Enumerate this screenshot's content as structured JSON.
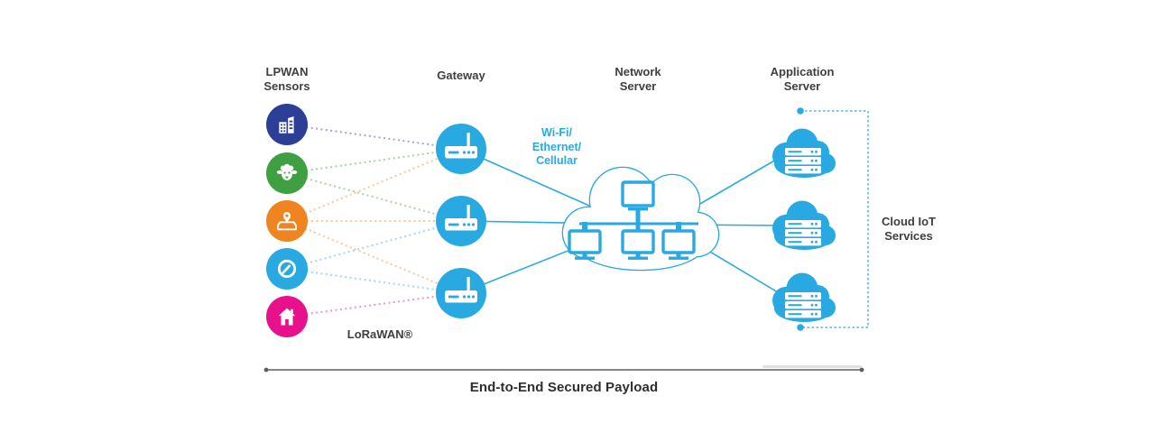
{
  "palette": {
    "accent": "#29a9e1",
    "dark_text": "#3f3f3f",
    "measure_line": "#5f5f5f",
    "sensor_dark_blue": "#2d3e97",
    "sensor_green": "#3fa041",
    "sensor_orange": "#f08421",
    "sensor_light_blue": "#29a9e1",
    "sensor_pink": "#e8118c"
  },
  "labels": {
    "sensors": "LPWAN\nSensors",
    "gateway": "Gateway",
    "network_server": "Network\nServer",
    "application_server": "Application\nServer",
    "cloud_iot": "Cloud IoT\nServices",
    "link_tech": "Wi-Fi/\nEthernet/\nCellular",
    "lorawan": "LoRaWAN®",
    "bottom": "End-to-End Secured Payload"
  },
  "sensors": [
    {
      "name": "sensor-buildings",
      "icon": "buildings-icon",
      "color": "#2d3e97",
      "links": [
        0
      ]
    },
    {
      "name": "sensor-livestock",
      "icon": "sheep-icon",
      "color": "#3fa041",
      "links": [
        0,
        1
      ]
    },
    {
      "name": "sensor-asset-tracking",
      "icon": "package-pin-icon",
      "color": "#f08421",
      "links": [
        0,
        1,
        2
      ]
    },
    {
      "name": "sensor-meter",
      "icon": "gauge-icon",
      "color": "#29a9e1",
      "links": [
        1,
        2
      ]
    },
    {
      "name": "sensor-smart-home",
      "icon": "house-icon",
      "color": "#e8118c",
      "links": [
        2
      ]
    }
  ],
  "gateways": [
    {
      "name": "gateway-1",
      "icon": "router-icon"
    },
    {
      "name": "gateway-2",
      "icon": "router-icon"
    },
    {
      "name": "gateway-3",
      "icon": "router-icon"
    }
  ],
  "application_servers": [
    {
      "name": "application-server-1",
      "icon": "cloud-server-icon"
    },
    {
      "name": "application-server-2",
      "icon": "cloud-server-icon"
    },
    {
      "name": "application-server-3",
      "icon": "cloud-server-icon"
    }
  ]
}
